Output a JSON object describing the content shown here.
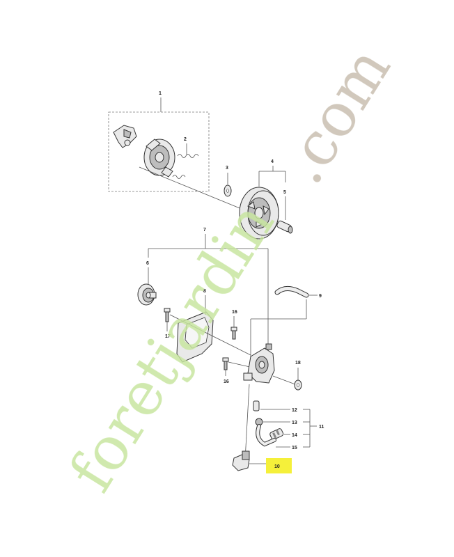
{
  "callouts": [
    {
      "id": "c1",
      "text": "1"
    },
    {
      "id": "c2",
      "text": "2"
    },
    {
      "id": "c3",
      "text": "3"
    },
    {
      "id": "c4",
      "text": "4"
    },
    {
      "id": "c5",
      "text": "5"
    },
    {
      "id": "c6",
      "text": "6"
    },
    {
      "id": "c7",
      "text": "7"
    },
    {
      "id": "c8",
      "text": "8"
    },
    {
      "id": "c9",
      "text": "9"
    },
    {
      "id": "c10",
      "text": "10"
    },
    {
      "id": "c11",
      "text": "11"
    },
    {
      "id": "c12",
      "text": "12"
    },
    {
      "id": "c13",
      "text": "13"
    },
    {
      "id": "c14",
      "text": "14"
    },
    {
      "id": "c15",
      "text": "15"
    },
    {
      "id": "c16a",
      "text": "16"
    },
    {
      "id": "c16b",
      "text": "16"
    },
    {
      "id": "c17",
      "text": "17"
    },
    {
      "id": "c18",
      "text": "18"
    }
  ],
  "highlight": {
    "part": "10",
    "color": "#f5f03a"
  },
  "watermark": {
    "text_green": "foretjardin",
    "text_grey": ".com",
    "green": "#c8e6a0",
    "grey": "#c9bfb0"
  }
}
